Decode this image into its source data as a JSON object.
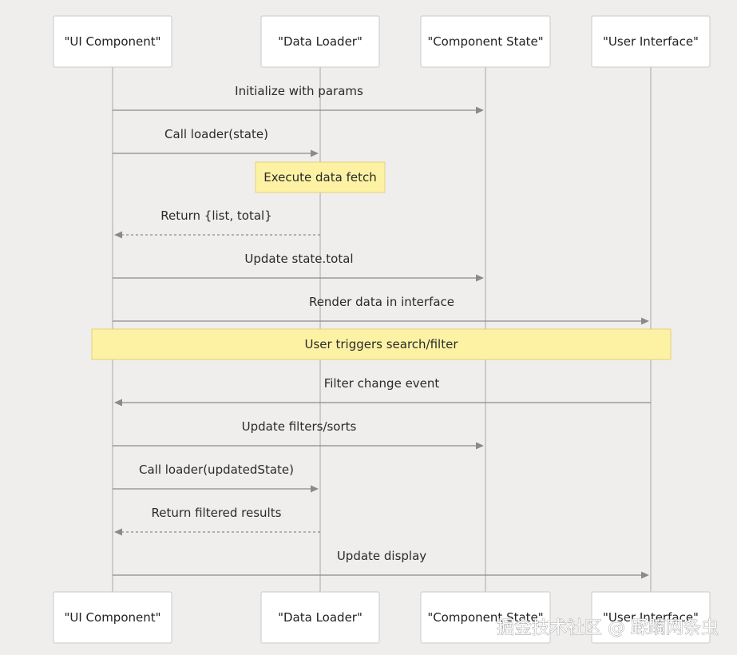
{
  "participants": [
    "\"UI Component\"",
    "\"Data Loader\"",
    "\"Component State\"",
    "\"User Interface\""
  ],
  "messages": [
    {
      "label": "Initialize with params",
      "from": 0,
      "to": 2,
      "style": "solid"
    },
    {
      "label": "Call loader(state)",
      "from": 0,
      "to": 1,
      "style": "solid"
    },
    {
      "note": "Execute data fetch",
      "over": [
        1
      ]
    },
    {
      "label": "Return {list, total}",
      "from": 1,
      "to": 0,
      "style": "dashed"
    },
    {
      "label": "Update state.total",
      "from": 0,
      "to": 2,
      "style": "solid"
    },
    {
      "label": "Render data in interface",
      "from": 0,
      "to": 3,
      "style": "solid"
    },
    {
      "note": "User triggers search/filter",
      "over": [
        0,
        3
      ]
    },
    {
      "label": "Filter change event",
      "from": 3,
      "to": 0,
      "style": "solid"
    },
    {
      "label": "Update filters/sorts",
      "from": 0,
      "to": 2,
      "style": "solid"
    },
    {
      "label": "Call loader(updatedState)",
      "from": 0,
      "to": 1,
      "style": "solid"
    },
    {
      "label": "Return filtered results",
      "from": 1,
      "to": 0,
      "style": "dashed"
    },
    {
      "label": "Update display",
      "from": 0,
      "to": 3,
      "style": "solid"
    }
  ],
  "watermark": "掘金技术社区 @ 蹂躏网条虫"
}
